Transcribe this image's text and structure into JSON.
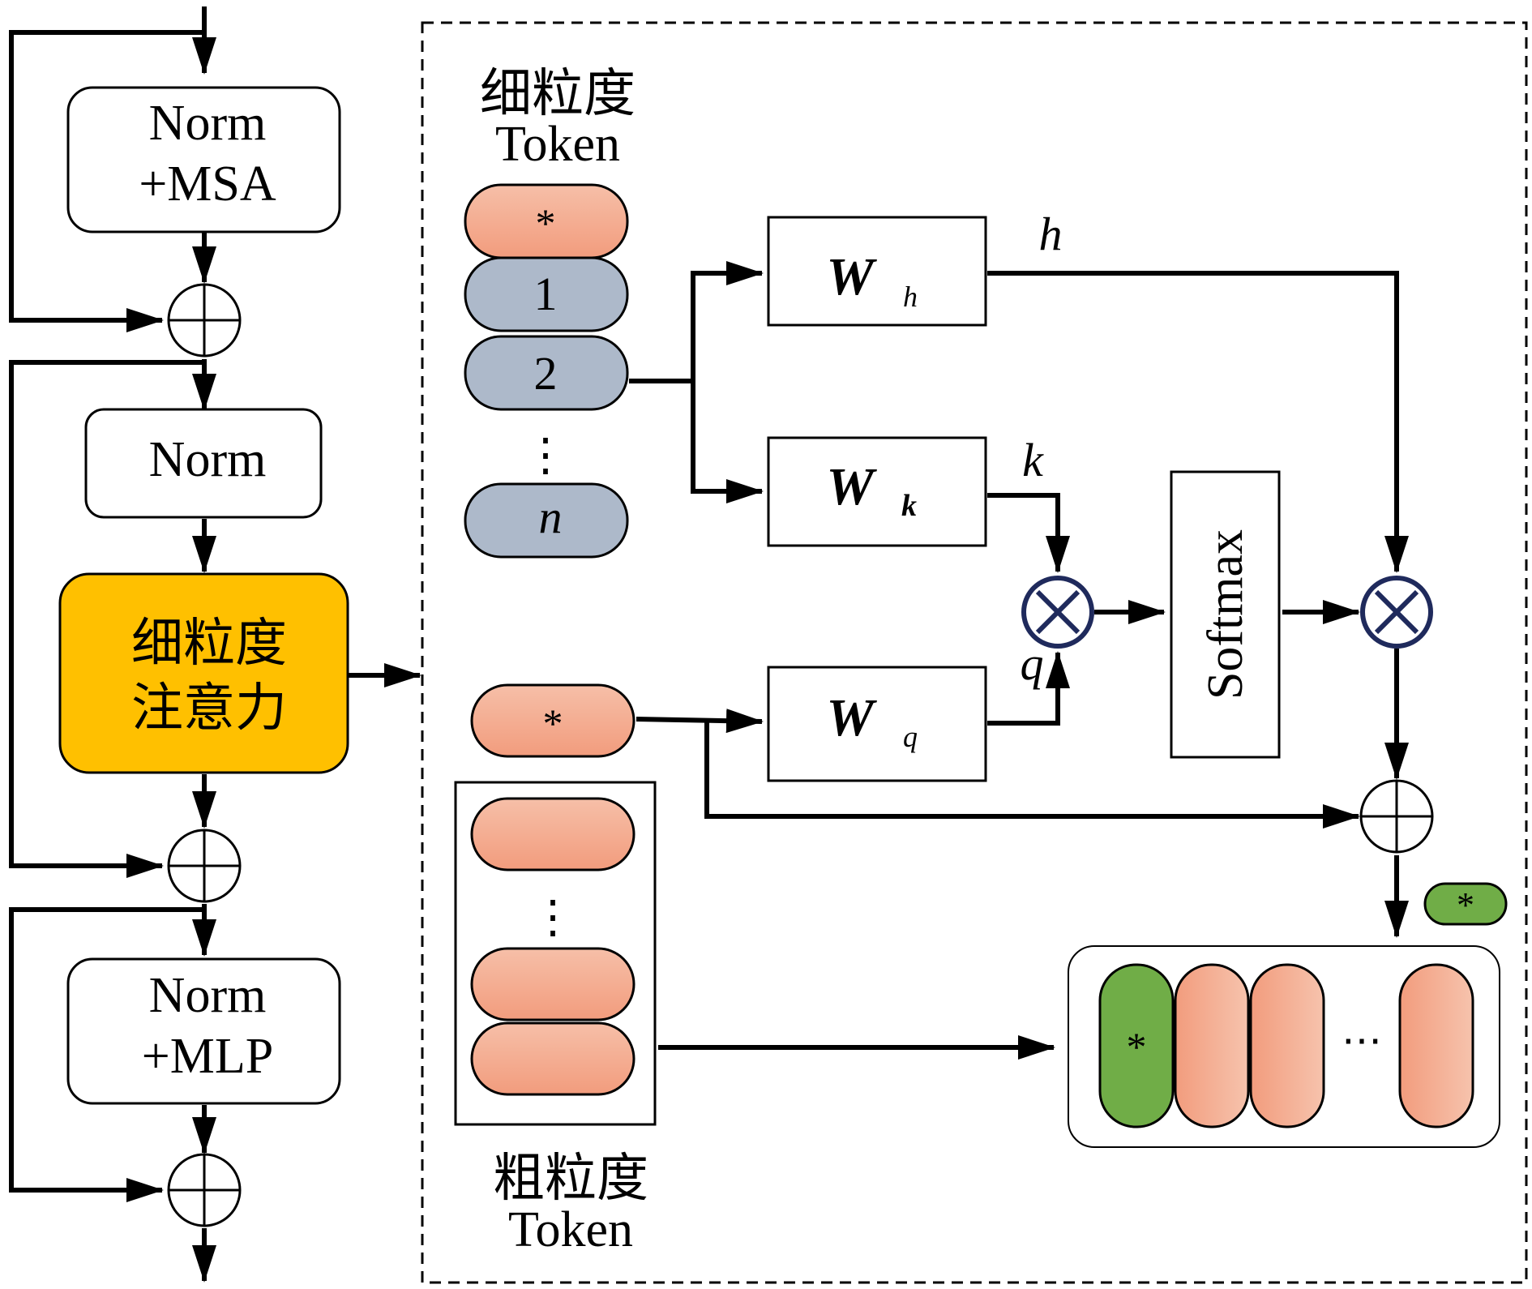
{
  "left_column": {
    "block1_line1": "Norm",
    "block1_line2": "+MSA",
    "block2": "Norm",
    "block3_line1": "细粒度",
    "block3_line2": "注意力",
    "block4_line1": "Norm",
    "block4_line2": "+MLP"
  },
  "fine_tokens": {
    "title_line1": "细粒度",
    "title_line2": "Token",
    "items": [
      "*",
      "1",
      "2",
      "⋮",
      "n"
    ]
  },
  "coarse_tokens": {
    "title_line1": "粗粒度",
    "title_line2": "Token",
    "dots": "⋮"
  },
  "query_token": "*",
  "projections": {
    "wh_main": "W",
    "wh_sub": "h",
    "wk_main": "W",
    "wk_sub": "k",
    "wq_main": "W",
    "wq_sub": "q",
    "h_label": "h",
    "k_label": "k",
    "q_label": "q"
  },
  "softmax": "Softmax",
  "output": {
    "green_token": "*",
    "seq_first": "*",
    "seq_dots": "⋯"
  },
  "colors": {
    "orange_block": "#ffc000",
    "token_salmon": "#f4a88c",
    "token_blue": "#adb9ca",
    "token_green": "#70ad47",
    "circle_navy": "#1f2a5c"
  }
}
